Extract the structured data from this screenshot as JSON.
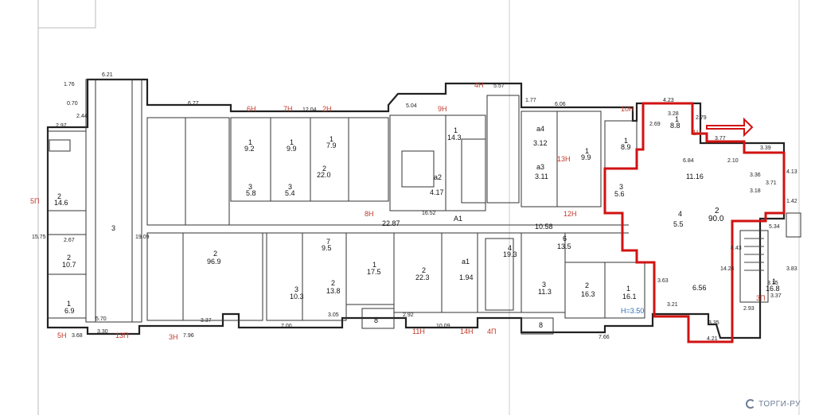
{
  "plan": {
    "selected_area": "90.0",
    "elevation_note": "H=3.50",
    "rooms": [
      {
        "id": "r3",
        "number": "3",
        "area": ""
      },
      {
        "id": "r2a",
        "number": "2",
        "area": "96.9"
      },
      {
        "id": "r2b",
        "number": "2",
        "area": "14.6"
      },
      {
        "id": "r2c",
        "number": "2",
        "area": "10.7"
      },
      {
        "id": "r1a",
        "number": "1",
        "area": "6.9"
      },
      {
        "id": "r1b",
        "number": "1",
        "area": "9.2"
      },
      {
        "id": "r1c",
        "number": "1",
        "area": "9.9"
      },
      {
        "id": "r1d",
        "number": "1",
        "area": "7.9"
      },
      {
        "id": "r2d",
        "number": "2",
        "area": "22.0"
      },
      {
        "id": "r3b",
        "number": "3",
        "area": "5.8"
      },
      {
        "id": "r3c",
        "number": "3",
        "area": "5.4"
      },
      {
        "id": "r14",
        "number": "1",
        "area": "14.3"
      },
      {
        "id": "a2",
        "number": "a2",
        "area": "4.17"
      },
      {
        "id": "a4",
        "number": "a4",
        "area": "3.12"
      },
      {
        "id": "a3",
        "number": "a3",
        "area": "3.11"
      },
      {
        "id": "r1e",
        "number": "1",
        "area": "8.9"
      },
      {
        "id": "r1f",
        "number": "1",
        "area": "9.9"
      },
      {
        "id": "r1g",
        "number": "1",
        "area": "8.8"
      },
      {
        "id": "r7",
        "number": "7",
        "area": "9.5"
      },
      {
        "id": "r1h",
        "number": "1",
        "area": "17.5"
      },
      {
        "id": "r2e",
        "number": "2",
        "area": "22.3"
      },
      {
        "id": "r4",
        "number": "4",
        "area": "19.3"
      },
      {
        "id": "r6",
        "number": "6",
        "area": "13.5"
      },
      {
        "id": "r2f",
        "number": "2",
        "area": "16.3"
      },
      {
        "id": "r1i",
        "number": "1",
        "area": "16.1"
      },
      {
        "id": "r3d",
        "number": "3",
        "area": "10.3"
      },
      {
        "id": "r2g",
        "number": "2",
        "area": "13.8"
      },
      {
        "id": "r3e",
        "number": "3",
        "area": "11.3"
      },
      {
        "id": "r1j",
        "number": "1",
        "area": "16.8"
      },
      {
        "id": "r4b",
        "number": "4",
        "area": "5.5"
      },
      {
        "id": "r3f",
        "number": "3",
        "area": "5.6"
      },
      {
        "id": "r8a",
        "number": "8",
        "area": ""
      },
      {
        "id": "r8b",
        "number": "8",
        "area": ""
      },
      {
        "id": "a1",
        "number": "a1",
        "area": "1.94"
      },
      {
        "id": "A1",
        "number": "A1",
        "area": ""
      }
    ],
    "unit_tags": [
      "6Н",
      "7Н",
      "2Н",
      "8Н",
      "9Н",
      "4Н",
      "10Н",
      "1Н",
      "13Н",
      "12Н",
      "5П",
      "5Н",
      "13П",
      "3Н",
      "11Н",
      "14Н",
      "4П",
      "3П"
    ],
    "dimensions": [
      "6.21",
      "1.76",
      "0.70",
      "2.44",
      "2.97",
      "2.67",
      "6.77",
      "12.04",
      "5.04",
      "5.57",
      "1.77",
      "6.06",
      "4.23",
      "3.28",
      "2.79",
      "2.69",
      "3.77",
      "3.39",
      "1.42",
      "4.13",
      "6.84",
      "11.16",
      "2.10",
      "3.36",
      "3.18",
      "3.71",
      "22.87",
      "10.58",
      "16.52",
      "15.75",
      "19.09",
      "5.70",
      "3.30",
      "3.68",
      "7.96",
      "3.37",
      "7.00",
      "3.05",
      "2.92",
      "10.09",
      "7.66",
      "4.21",
      "3.35",
      "14.24",
      "8.43",
      "6.56",
      "3.63",
      "3.21",
      "2.93",
      "5.34",
      "3.15",
      "3.83",
      "3.37"
    ]
  },
  "brand": {
    "name": "ТОРГИ-РУ"
  }
}
